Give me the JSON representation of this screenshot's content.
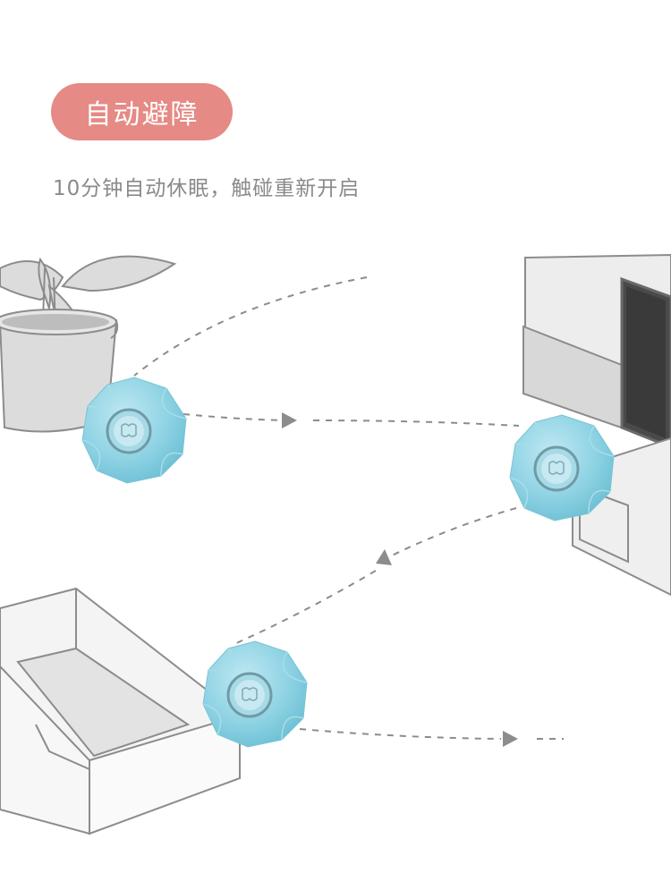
{
  "feature": {
    "title": "自动避障",
    "description": "10分钟自动休眠，触碰重新开启"
  },
  "colors": {
    "badge": "#e58a85",
    "description_text": "#8a8a8a",
    "ball": "#8fd3e4",
    "outline": "#8c8c8c"
  },
  "illustration": {
    "obstacles": [
      "plant-pot",
      "tv-cabinet",
      "cardboard-box"
    ],
    "robot": "smart-ball"
  }
}
